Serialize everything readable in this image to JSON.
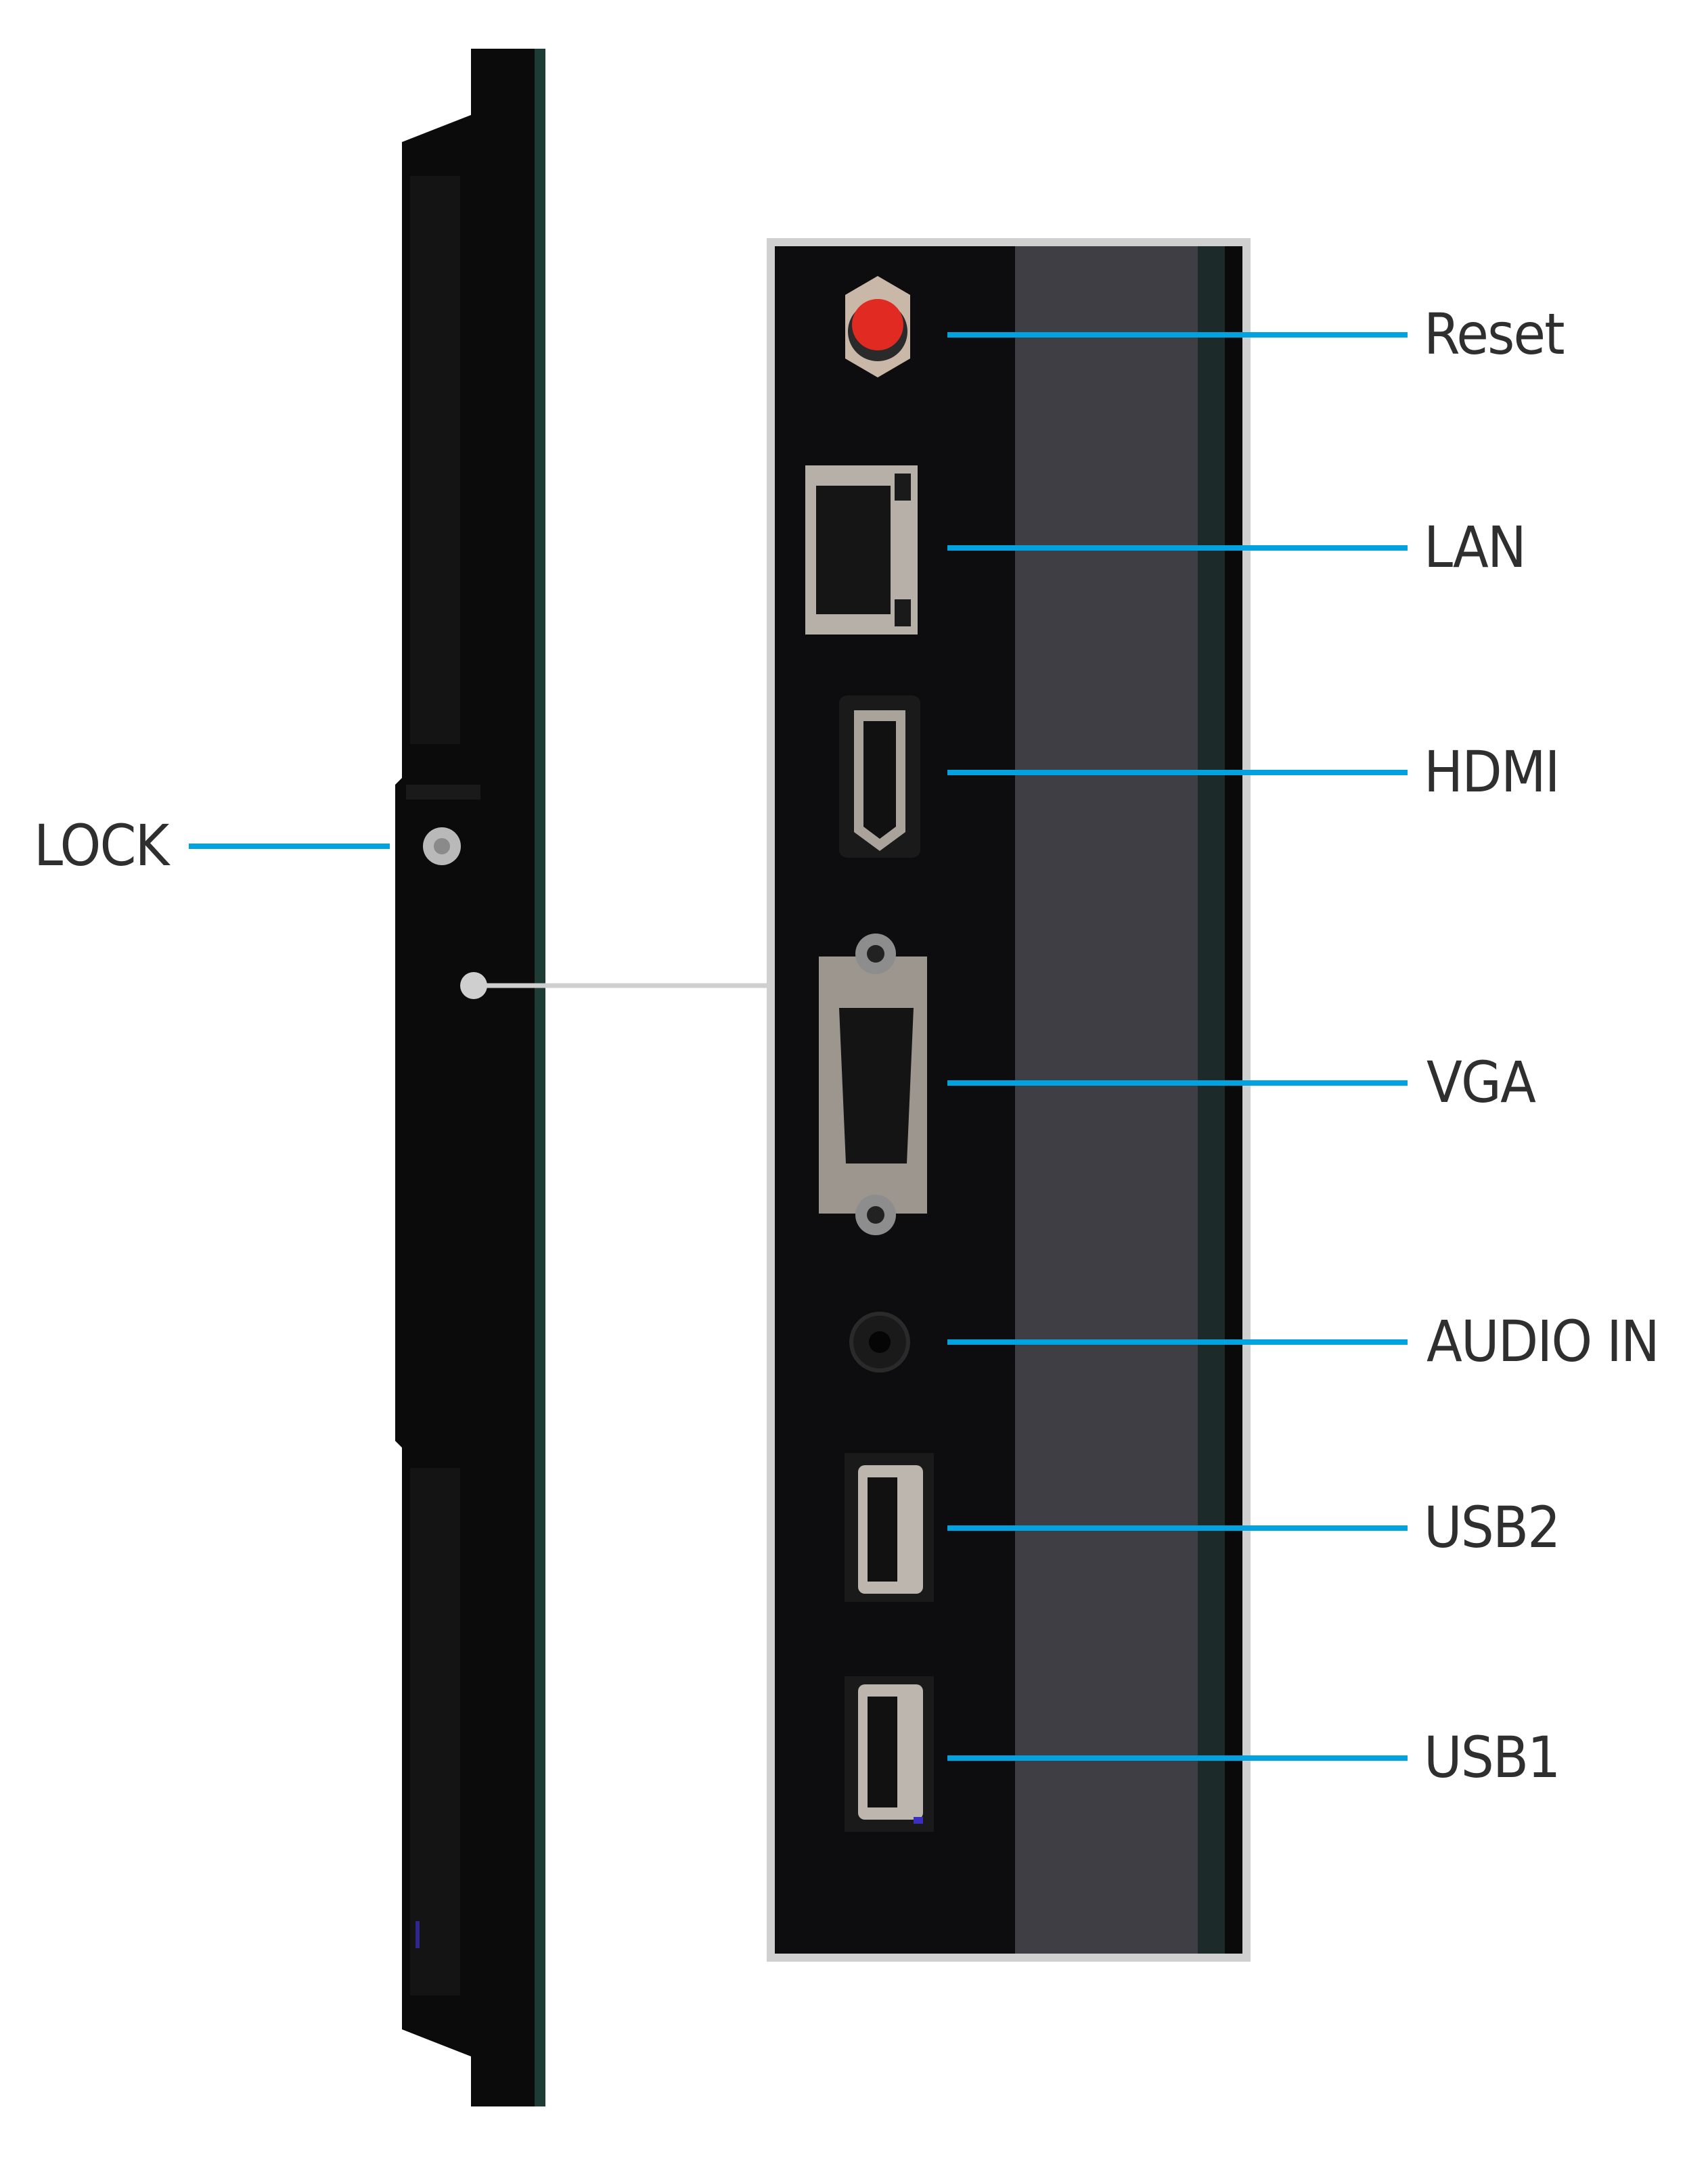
{
  "colors": {
    "leader": "#00a3e0",
    "connector": "#cfcfcf",
    "device": "#0b0b0b",
    "reset_button": "#e02a22"
  },
  "side_label": {
    "text": "LOCK"
  },
  "ports": [
    {
      "label": "Reset",
      "icon": "reset-button-icon"
    },
    {
      "label": "LAN",
      "icon": "rj45-port-icon"
    },
    {
      "label": "HDMI",
      "icon": "hdmi-port-icon"
    },
    {
      "label": "VGA",
      "icon": "vga-port-icon"
    },
    {
      "label": "AUDIO IN",
      "icon": "audio-jack-icon"
    },
    {
      "label": "USB2",
      "icon": "usb-port-icon"
    },
    {
      "label": "USB1",
      "icon": "usb-port-icon"
    }
  ]
}
